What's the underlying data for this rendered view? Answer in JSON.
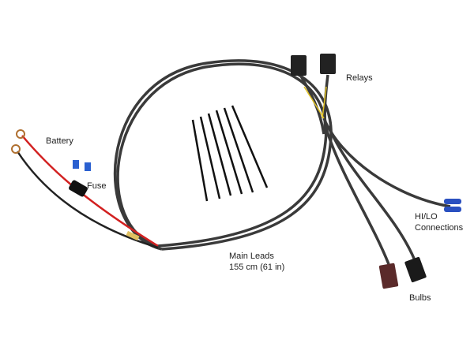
{
  "labels": {
    "battery": "Battery",
    "fuse": "Fuse",
    "relays": "Relays",
    "hilo_line1": "HI/LO",
    "hilo_line2": "Connections",
    "main_leads_line1": "Main Leads",
    "main_leads_line2": "155 cm (61 in)",
    "bulbs": "Bulbs"
  },
  "colors": {
    "wire": "#3a3a3a",
    "red_wire": "#d22020",
    "yellow_wire": "#e0c020",
    "blue_terminal": "#2a50c0",
    "brown_connector": "#5a2a2a"
  }
}
